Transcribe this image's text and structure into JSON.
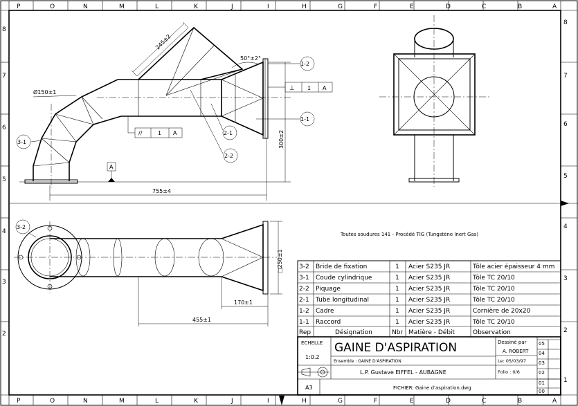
{
  "border": {
    "top_letters": [
      "P",
      "O",
      "N",
      "M",
      "L",
      "K",
      "J",
      "I",
      "H",
      "G",
      "F",
      "E",
      "D",
      "C",
      "B",
      "A"
    ],
    "bottom_letters": [
      "P",
      "O",
      "N",
      "M",
      "L",
      "K",
      "J",
      "I",
      "H",
      "G",
      "F",
      "E",
      "D",
      "C",
      "B",
      "A"
    ],
    "left_numbers": [
      "8",
      "7",
      "6",
      "5",
      "4",
      "3",
      "2"
    ],
    "right_numbers": [
      "8",
      "7",
      "6",
      "5",
      "4",
      "3",
      "2",
      "1"
    ]
  },
  "front_view": {
    "dim_angle_length": "245±2",
    "dim_angle": "50°±2°",
    "dim_diameter": "Ø150±1",
    "dim_length": "755±4",
    "dim_height": "300±2",
    "datum_label": "A",
    "flatness_symbol": "//",
    "flatness_value": "1",
    "flatness_datum": "A",
    "perp_symbol": "⊥",
    "perp_value": "1",
    "perp_datum": "A",
    "bubbles": {
      "b12": "1-2",
      "b11": "1-1",
      "b21": "2-1",
      "b22": "2-2",
      "b31": "3-1"
    }
  },
  "top_view": {
    "bubble_32": "3-2",
    "dim_250": "□250±1",
    "dim_170": "170±1",
    "dim_455": "455±1"
  },
  "weld_note": "Toutes soudures 141 - Procédé TIG (Tungstène Inert Gas)",
  "parts_list": {
    "rows": [
      {
        "rep": "3-2",
        "designation": "Bride de fixation",
        "nbr": "1",
        "matiere": "Acier S235 JR",
        "observation": "Tôle acier épaisseur 4 mm"
      },
      {
        "rep": "3-1",
        "designation": "Coude cylindrique",
        "nbr": "1",
        "matiere": "Acier S235 JR",
        "observation": "Tôle TC 20/10"
      },
      {
        "rep": "2-2",
        "designation": "Piquage",
        "nbr": "1",
        "matiere": "Acier S235 JR",
        "observation": "Tôle TC 20/10"
      },
      {
        "rep": "2-1",
        "designation": "Tube longitudinal",
        "nbr": "1",
        "matiere": "Acier S235 JR",
        "observation": "Tôle TC 20/10"
      },
      {
        "rep": "1-2",
        "designation": "Cadre",
        "nbr": "1",
        "matiere": "Acier S235 JR",
        "observation": "Cornière de 20x20"
      },
      {
        "rep": "1-1",
        "designation": "Raccord",
        "nbr": "1",
        "matiere": "Acier S235 JR",
        "observation": "Tôle TC 20/10"
      }
    ],
    "header": {
      "rep": "Rep",
      "designation": "Désignation",
      "nbr": "Nbr",
      "matiere": "Matière - Débit",
      "observation": "Observation"
    }
  },
  "title_block": {
    "echelle_label": "ECHELLE",
    "echelle_value": "1:0.2",
    "title": "GAINE D'ASPIRATION",
    "ensemble": "Ensemble : GAINE D'ASPIRATION",
    "dessine_par_label": "Dessiné par",
    "dessine_par": "A. ROBERT",
    "date": "Le: 05/03/97",
    "school": "L.P. Gustave EIFFEL - AUBAGNE",
    "folio": "Folio : 0/6",
    "format": "A3",
    "fichier": "FICHIER: Gaine d'aspiration.dwg",
    "rev": [
      "05",
      "04",
      "03",
      "02",
      "01",
      "00"
    ]
  }
}
